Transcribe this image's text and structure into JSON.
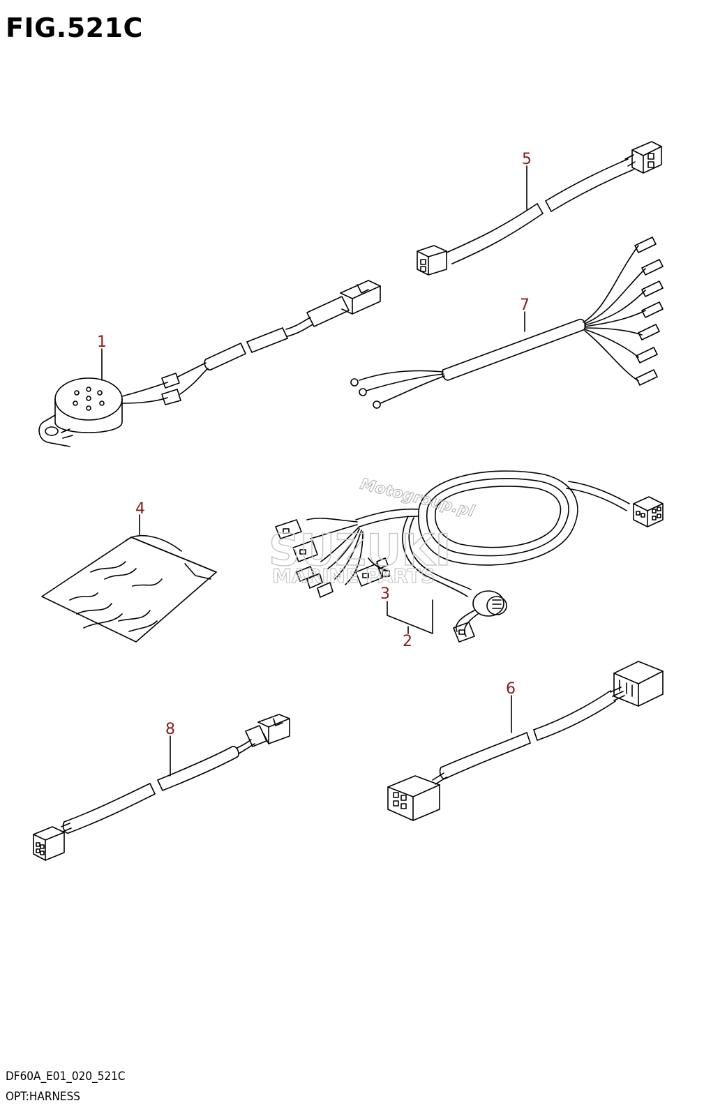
{
  "figure": {
    "title": "FIG.521C",
    "code": "DF60A_E01_020_521C",
    "caption": "OPT:HARNESS"
  },
  "watermarks": {
    "site": "Motogroup.pl",
    "brand_line1": "SUZUKI",
    "brand_line2": "MARINE PARTS"
  },
  "callouts": [
    {
      "id": "1",
      "label": "1"
    },
    {
      "id": "2",
      "label": "2"
    },
    {
      "id": "3",
      "label": "3"
    },
    {
      "id": "4",
      "label": "4"
    },
    {
      "id": "5",
      "label": "5"
    },
    {
      "id": "6",
      "label": "6"
    },
    {
      "id": "7",
      "label": "7"
    },
    {
      "id": "8",
      "label": "8"
    }
  ],
  "colors": {
    "callout": "#8b1a1a",
    "line": "#000000",
    "watermark": "#c8c8c8"
  }
}
